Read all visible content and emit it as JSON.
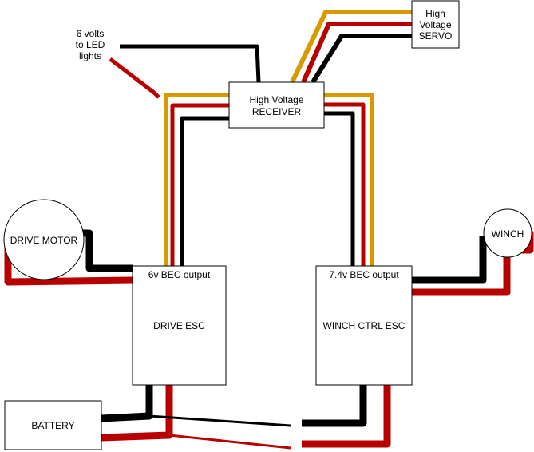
{
  "colors": {
    "black_wire": "#000000",
    "red_wire": "#b80000",
    "yellow_wire": "#d79b00",
    "box_stroke": "#000000",
    "box_fill": "#ffffff"
  },
  "components": {
    "servo": {
      "line1": "High",
      "line2": "Voltage",
      "line3": "SERVO"
    },
    "receiver": {
      "line1": "High Voltage",
      "line2": "RECEIVER"
    },
    "led_note": {
      "line1": "6 volts",
      "line2": "to LED",
      "line3": "lights"
    },
    "drive_motor": {
      "label": "DRIVE MOTOR"
    },
    "winch": {
      "label": "WINCH"
    },
    "drive_esc": {
      "bec": "6v BEC output",
      "label": "DRIVE ESC"
    },
    "winch_esc": {
      "bec": "7.4v BEC output",
      "label": "WINCH CTRL ESC"
    },
    "battery": {
      "label": "BATTERY"
    }
  }
}
